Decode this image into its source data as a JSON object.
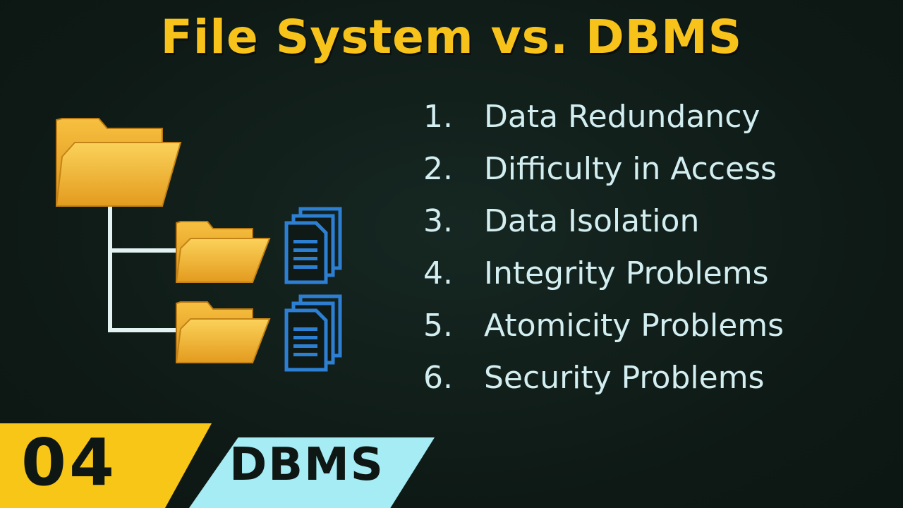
{
  "title": "File System vs. DBMS",
  "problems": [
    {
      "num": "1.",
      "label": "Data Redundancy"
    },
    {
      "num": "2.",
      "label": "Difficulty in Access"
    },
    {
      "num": "3.",
      "label": "Data Isolation"
    },
    {
      "num": "4.",
      "label": "Integrity Problems"
    },
    {
      "num": "5.",
      "label": "Atomicity Problems"
    },
    {
      "num": "6.",
      "label": "Security Problems"
    }
  ],
  "badge": {
    "number": "04",
    "tag": "DBMS"
  },
  "colors": {
    "background": "#0f1a16",
    "title": "#f7c31a",
    "list_text": "#d3eef0",
    "folder": "#f2b522",
    "document": "#2d7fd3",
    "connector": "#e4f3f2",
    "badge_number_bg": "#f8c617",
    "badge_tag_bg": "#a6ecf5"
  },
  "icons": [
    "folder-icon",
    "document-stack-icon"
  ]
}
